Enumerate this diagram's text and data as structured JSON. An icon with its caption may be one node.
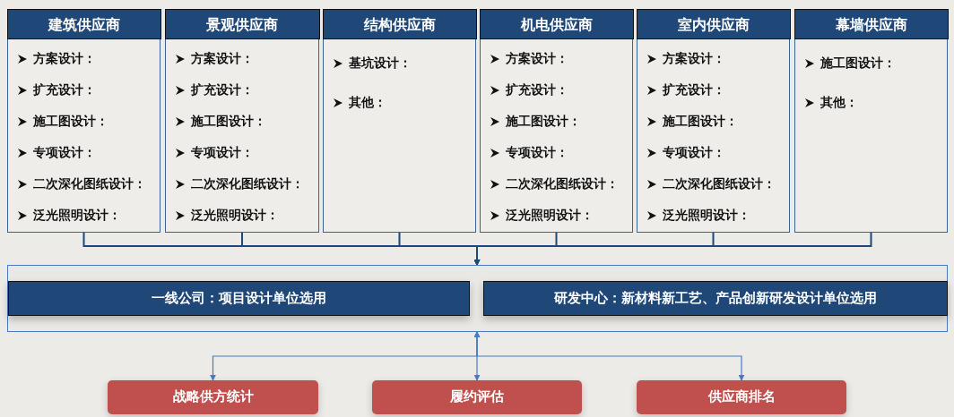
{
  "diagram": {
    "nodes": [
      {
        "text": [
          "建筑供应商",
          "方案设计：",
          "扩充设计：",
          "施工图设计：",
          "专项设计：",
          "二次深化图纸设计：",
          "泛光照明设计："
        ]
      },
      {
        "text": [
          "景观供应商",
          "方案设计：",
          "扩充设计：",
          "施工图设计：",
          "专项设计：",
          "二次深化图纸设计：",
          "泛光照明设计："
        ]
      },
      {
        "text": [
          "结构供应商",
          "基坑设计：",
          "其他："
        ]
      },
      {
        "text": [
          "机电供应商",
          "方案设计：",
          "扩充设计：",
          "施工图设计：",
          "专项设计：",
          "二次深化图纸设计：",
          "泛光照明设计："
        ]
      },
      {
        "text": [
          "室内供应商",
          "方案设计：",
          "扩充设计：",
          "施工图设计：",
          "专项设计：",
          "二次深化图纸设计：",
          "泛光照明设计："
        ]
      },
      {
        "text": [
          "幕墙供应商",
          "施工图设计：",
          "其他："
        ]
      },
      {
        "text": [],
        "shape": "box"
      },
      {
        "text": [
          "一线公司：项目设计单位选用"
        ],
        "in": 6
      },
      {
        "text": [
          "研发中心：新材料新工艺、产品创新研发设计单位选用"
        ],
        "in": 6
      },
      {
        "text": [
          "战略供方统计"
        ]
      },
      {
        "text": [
          "履约评估"
        ]
      },
      {
        "text": [
          "供应商排名"
        ]
      }
    ],
    "edges": [
      {
        "from": 0,
        "to": 6,
        "arrow": "to"
      },
      {
        "from": 1,
        "to": 6,
        "arrow": "to"
      },
      {
        "from": 2,
        "to": 6,
        "arrow": "to"
      },
      {
        "from": 3,
        "to": 6,
        "arrow": "to"
      },
      {
        "from": 4,
        "to": 6,
        "arrow": "to"
      },
      {
        "from": 5,
        "to": 6,
        "arrow": "to"
      },
      {
        "from": 6,
        "to": 9,
        "arrow": "both",
        "color": "#4a7bbf"
      },
      {
        "from": 6,
        "to": 10,
        "arrow": "both",
        "color": "#4a7bbf"
      },
      {
        "from": 6,
        "to": 11,
        "arrow": "both",
        "color": "#4a7bbf"
      }
    ]
  }
}
